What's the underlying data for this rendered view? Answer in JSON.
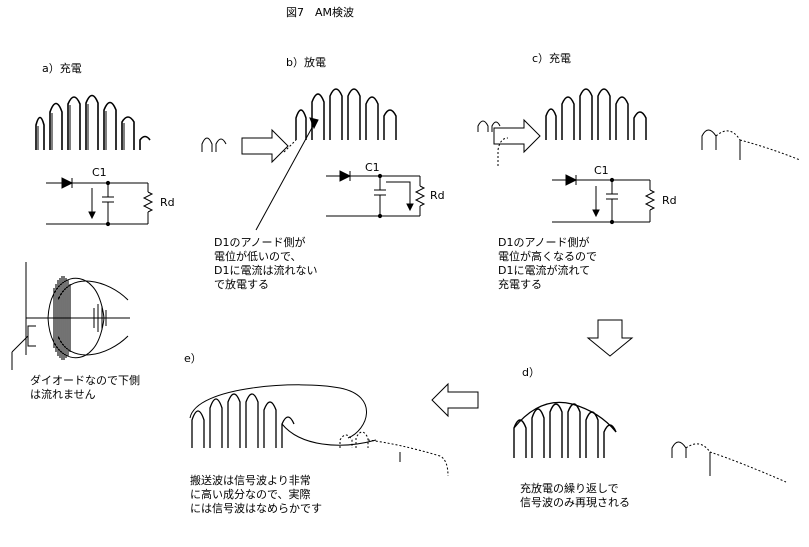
{
  "title": "図7　AM検波",
  "panels": {
    "a": {
      "label": "a）充電"
    },
    "b": {
      "label": "b）放電"
    },
    "c": {
      "label": "c）充電"
    },
    "d": {
      "label": "d）"
    },
    "e": {
      "label": "e）"
    }
  },
  "components": {
    "capacitor": "C1",
    "resistor": "Rd"
  },
  "notes": {
    "b": [
      "D1のアノード側が",
      "電位が低いので、",
      "D1に電流は流れない",
      "で放電する"
    ],
    "c": [
      "D1のアノード側が",
      "電位が高くなるので",
      "D1に電流が流れて",
      "充電する"
    ],
    "a": [
      "ダイオードなので下側",
      "は流れません"
    ],
    "d": [
      "充放電の繰り返しで",
      "信号波のみ再現される"
    ],
    "e": [
      "搬送波は信号波より非常",
      "に高い成分なので、実際",
      "には信号波はなめらかです"
    ]
  },
  "colors": {
    "line": "#000000",
    "background": "#ffffff"
  }
}
